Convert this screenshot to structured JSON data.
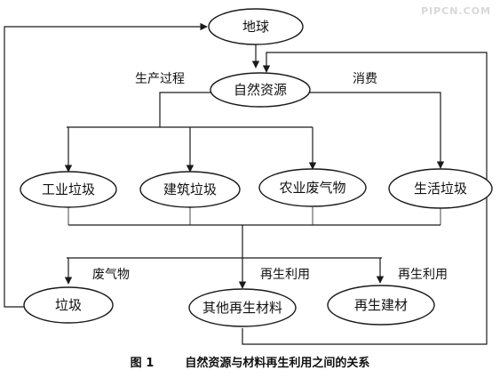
{
  "watermark": "PIPCN.COM",
  "nodes": {
    "earth": "地球",
    "natural_resources": "自然资源",
    "industrial_waste": "工业垃圾",
    "construction_waste": "建筑垃圾",
    "agricultural_waste": "农业废气物",
    "domestic_waste": "生活垃圾",
    "garbage": "垃圾",
    "other_recycled_materials": "其他再生材料",
    "recycled_building_materials": "再生建材"
  },
  "edge_labels": {
    "production_process": "生产过程",
    "consumption": "消费",
    "waste": "废气物",
    "recycle_1": "再生利用",
    "recycle_2": "再生利用"
  },
  "caption": {
    "figure_number": "图 1",
    "title": "自然资源与材料再生利用之间的关系"
  }
}
